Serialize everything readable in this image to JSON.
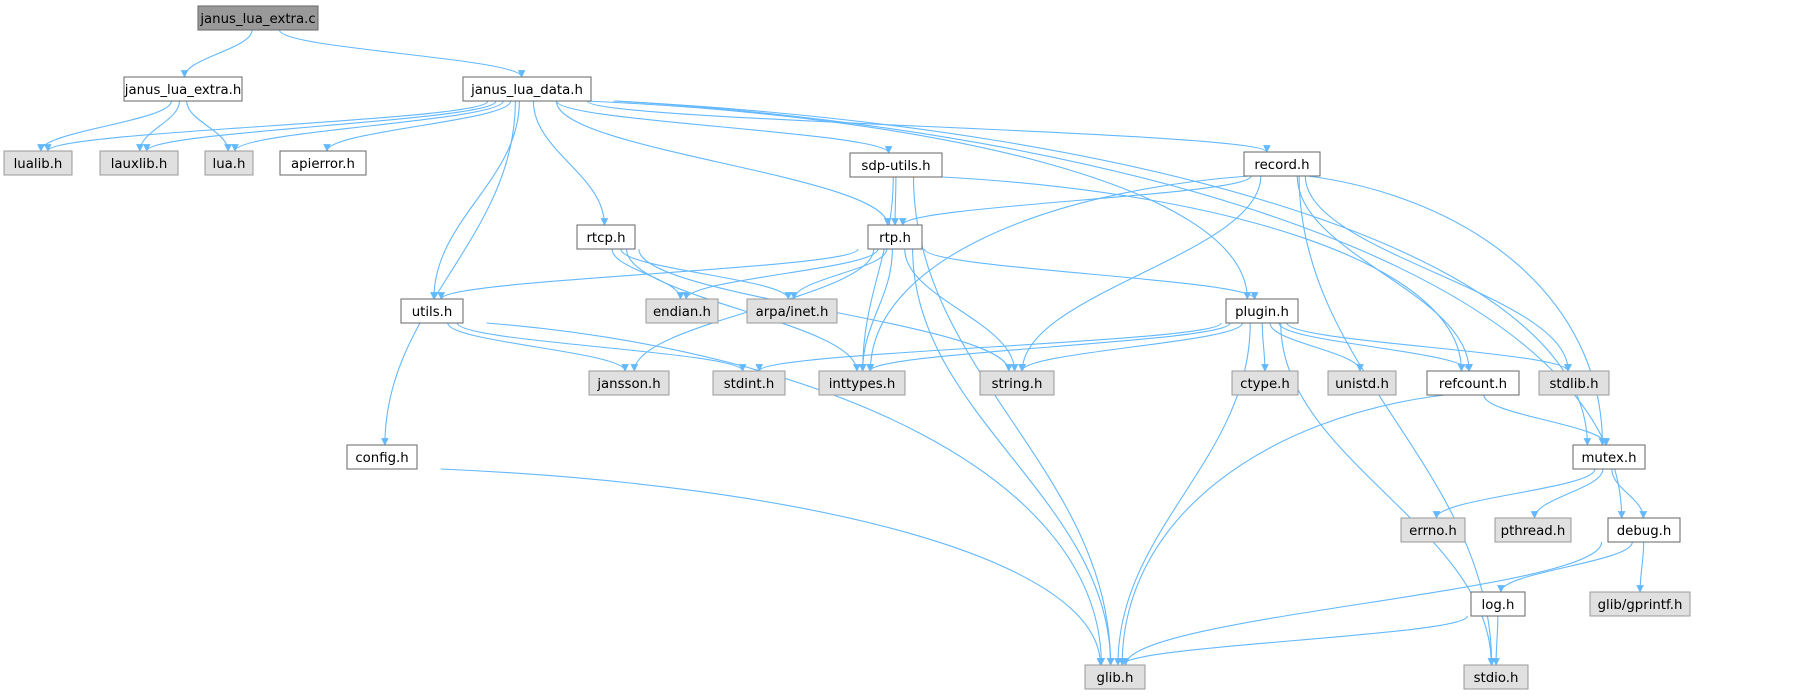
{
  "graph": {
    "nodes": [
      {
        "id": "janus_lua_extra_c",
        "label": "janus_lua_extra.c",
        "kind": "root"
      },
      {
        "id": "janus_lua_extra_h",
        "label": "janus_lua_extra.h",
        "kind": "plain"
      },
      {
        "id": "janus_lua_data_h",
        "label": "janus_lua_data.h",
        "kind": "plain"
      },
      {
        "id": "lualib_h",
        "label": "lualib.h",
        "kind": "sys"
      },
      {
        "id": "lauxlib_h",
        "label": "lauxlib.h",
        "kind": "sys"
      },
      {
        "id": "lua_h",
        "label": "lua.h",
        "kind": "sys"
      },
      {
        "id": "apierror_h",
        "label": "apierror.h",
        "kind": "plain"
      },
      {
        "id": "sdp_utils_h",
        "label": "sdp-utils.h",
        "kind": "plain"
      },
      {
        "id": "record_h",
        "label": "record.h",
        "kind": "plain"
      },
      {
        "id": "rtcp_h",
        "label": "rtcp.h",
        "kind": "plain"
      },
      {
        "id": "rtp_h",
        "label": "rtp.h",
        "kind": "plain"
      },
      {
        "id": "utils_h",
        "label": "utils.h",
        "kind": "plain"
      },
      {
        "id": "endian_h",
        "label": "endian.h",
        "kind": "sys"
      },
      {
        "id": "arpa_inet_h",
        "label": "arpa/inet.h",
        "kind": "sys"
      },
      {
        "id": "plugin_h",
        "label": "plugin.h",
        "kind": "plain"
      },
      {
        "id": "jansson_h",
        "label": "jansson.h",
        "kind": "sys"
      },
      {
        "id": "stdint_h",
        "label": "stdint.h",
        "kind": "sys"
      },
      {
        "id": "inttypes_h",
        "label": "inttypes.h",
        "kind": "sys"
      },
      {
        "id": "string_h",
        "label": "string.h",
        "kind": "sys"
      },
      {
        "id": "ctype_h",
        "label": "ctype.h",
        "kind": "sys"
      },
      {
        "id": "unistd_h",
        "label": "unistd.h",
        "kind": "sys"
      },
      {
        "id": "refcount_h",
        "label": "refcount.h",
        "kind": "plain"
      },
      {
        "id": "stdlib_h",
        "label": "stdlib.h",
        "kind": "sys"
      },
      {
        "id": "config_h",
        "label": "config.h",
        "kind": "plain"
      },
      {
        "id": "mutex_h",
        "label": "mutex.h",
        "kind": "plain"
      },
      {
        "id": "errno_h",
        "label": "errno.h",
        "kind": "sys"
      },
      {
        "id": "pthread_h",
        "label": "pthread.h",
        "kind": "sys"
      },
      {
        "id": "debug_h",
        "label": "debug.h",
        "kind": "plain"
      },
      {
        "id": "log_h",
        "label": "log.h",
        "kind": "plain"
      },
      {
        "id": "glib_gprintf_h",
        "label": "glib/gprintf.h",
        "kind": "sys"
      },
      {
        "id": "glib_h",
        "label": "glib.h",
        "kind": "sys"
      },
      {
        "id": "stdio_h",
        "label": "stdio.h",
        "kind": "sys"
      }
    ],
    "edges": [
      [
        "janus_lua_extra_c",
        "janus_lua_extra_h"
      ],
      [
        "janus_lua_extra_c",
        "janus_lua_data_h"
      ],
      [
        "janus_lua_extra_h",
        "lualib_h"
      ],
      [
        "janus_lua_extra_h",
        "lauxlib_h"
      ],
      [
        "janus_lua_extra_h",
        "lua_h"
      ],
      [
        "janus_lua_data_h",
        "lualib_h"
      ],
      [
        "janus_lua_data_h",
        "lauxlib_h"
      ],
      [
        "janus_lua_data_h",
        "lua_h"
      ],
      [
        "janus_lua_data_h",
        "apierror_h"
      ],
      [
        "janus_lua_data_h",
        "sdp_utils_h"
      ],
      [
        "janus_lua_data_h",
        "record_h"
      ],
      [
        "janus_lua_data_h",
        "rtcp_h"
      ],
      [
        "janus_lua_data_h",
        "rtp_h"
      ],
      [
        "janus_lua_data_h",
        "utils_h"
      ],
      [
        "janus_lua_data_h",
        "config_h"
      ],
      [
        "janus_lua_data_h",
        "plugin_h"
      ],
      [
        "janus_lua_data_h",
        "mutex_h"
      ],
      [
        "janus_lua_data_h",
        "debug_h"
      ],
      [
        "sdp_utils_h",
        "rtp_h"
      ],
      [
        "sdp_utils_h",
        "inttypes_h"
      ],
      [
        "sdp_utils_h",
        "refcount_h"
      ],
      [
        "sdp_utils_h",
        "glib_h"
      ],
      [
        "record_h",
        "rtp_h"
      ],
      [
        "record_h",
        "inttypes_h"
      ],
      [
        "record_h",
        "string_h"
      ],
      [
        "record_h",
        "refcount_h"
      ],
      [
        "record_h",
        "stdlib_h"
      ],
      [
        "record_h",
        "mutex_h"
      ],
      [
        "record_h",
        "stdio_h"
      ],
      [
        "rtcp_h",
        "endian_h"
      ],
      [
        "rtcp_h",
        "arpa_inet_h"
      ],
      [
        "rtcp_h",
        "inttypes_h"
      ],
      [
        "rtcp_h",
        "string_h"
      ],
      [
        "rtp_h",
        "utils_h"
      ],
      [
        "rtp_h",
        "endian_h"
      ],
      [
        "rtp_h",
        "arpa_inet_h"
      ],
      [
        "rtp_h",
        "inttypes_h"
      ],
      [
        "rtp_h",
        "string_h"
      ],
      [
        "rtp_h",
        "jansson_h"
      ],
      [
        "rtp_h",
        "plugin_h"
      ],
      [
        "rtp_h",
        "glib_h"
      ],
      [
        "utils_h",
        "jansson_h"
      ],
      [
        "utils_h",
        "stdint_h"
      ],
      [
        "utils_h",
        "glib_h"
      ],
      [
        "plugin_h",
        "stdint_h"
      ],
      [
        "plugin_h",
        "inttypes_h"
      ],
      [
        "plugin_h",
        "string_h"
      ],
      [
        "plugin_h",
        "ctype_h"
      ],
      [
        "plugin_h",
        "unistd_h"
      ],
      [
        "plugin_h",
        "refcount_h"
      ],
      [
        "plugin_h",
        "stdlib_h"
      ],
      [
        "plugin_h",
        "glib_h"
      ],
      [
        "plugin_h",
        "stdio_h"
      ],
      [
        "refcount_h",
        "mutex_h"
      ],
      [
        "refcount_h",
        "glib_h"
      ],
      [
        "config_h",
        "glib_h"
      ],
      [
        "mutex_h",
        "errno_h"
      ],
      [
        "mutex_h",
        "pthread_h"
      ],
      [
        "mutex_h",
        "debug_h"
      ],
      [
        "debug_h",
        "log_h"
      ],
      [
        "debug_h",
        "glib_gprintf_h"
      ],
      [
        "debug_h",
        "glib_h"
      ],
      [
        "log_h",
        "glib_h"
      ],
      [
        "log_h",
        "stdio_h"
      ]
    ]
  },
  "colors": {
    "edge": "#63b8ff",
    "root_fill": "#999999",
    "system_fill": "#e0e0e0",
    "plain_fill": "#ffffff"
  }
}
